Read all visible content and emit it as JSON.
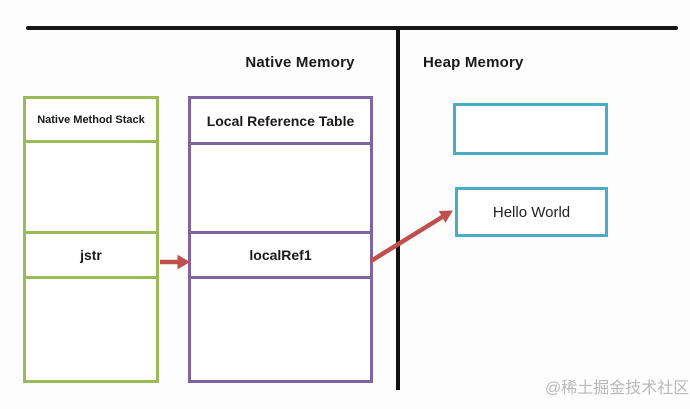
{
  "diagram": {
    "sections": {
      "native_memory_title": "Native Memory",
      "heap_memory_title": "Heap Memory"
    },
    "native_method_stack": {
      "title": "Native Method Stack",
      "rows": [
        "",
        "jstr",
        ""
      ]
    },
    "local_reference_table": {
      "title": "Local Reference Table",
      "rows": [
        "",
        "localRef1",
        ""
      ]
    },
    "heap_objects": {
      "empty_box_label": "",
      "string_object_label": "Hello World"
    },
    "arrows": [
      {
        "from": "jstr",
        "to": "localRef1"
      },
      {
        "from": "localRef1",
        "to": "Hello World"
      }
    ],
    "colors": {
      "stack_border": "#9bbb59",
      "reference_table_border": "#8064a2",
      "heap_border": "#4bacc6",
      "arrow": "#c0504d",
      "divider_lines": "#141414",
      "watermark_text": "#b9b9b9"
    },
    "watermark": "@稀土掘金技术社区"
  }
}
